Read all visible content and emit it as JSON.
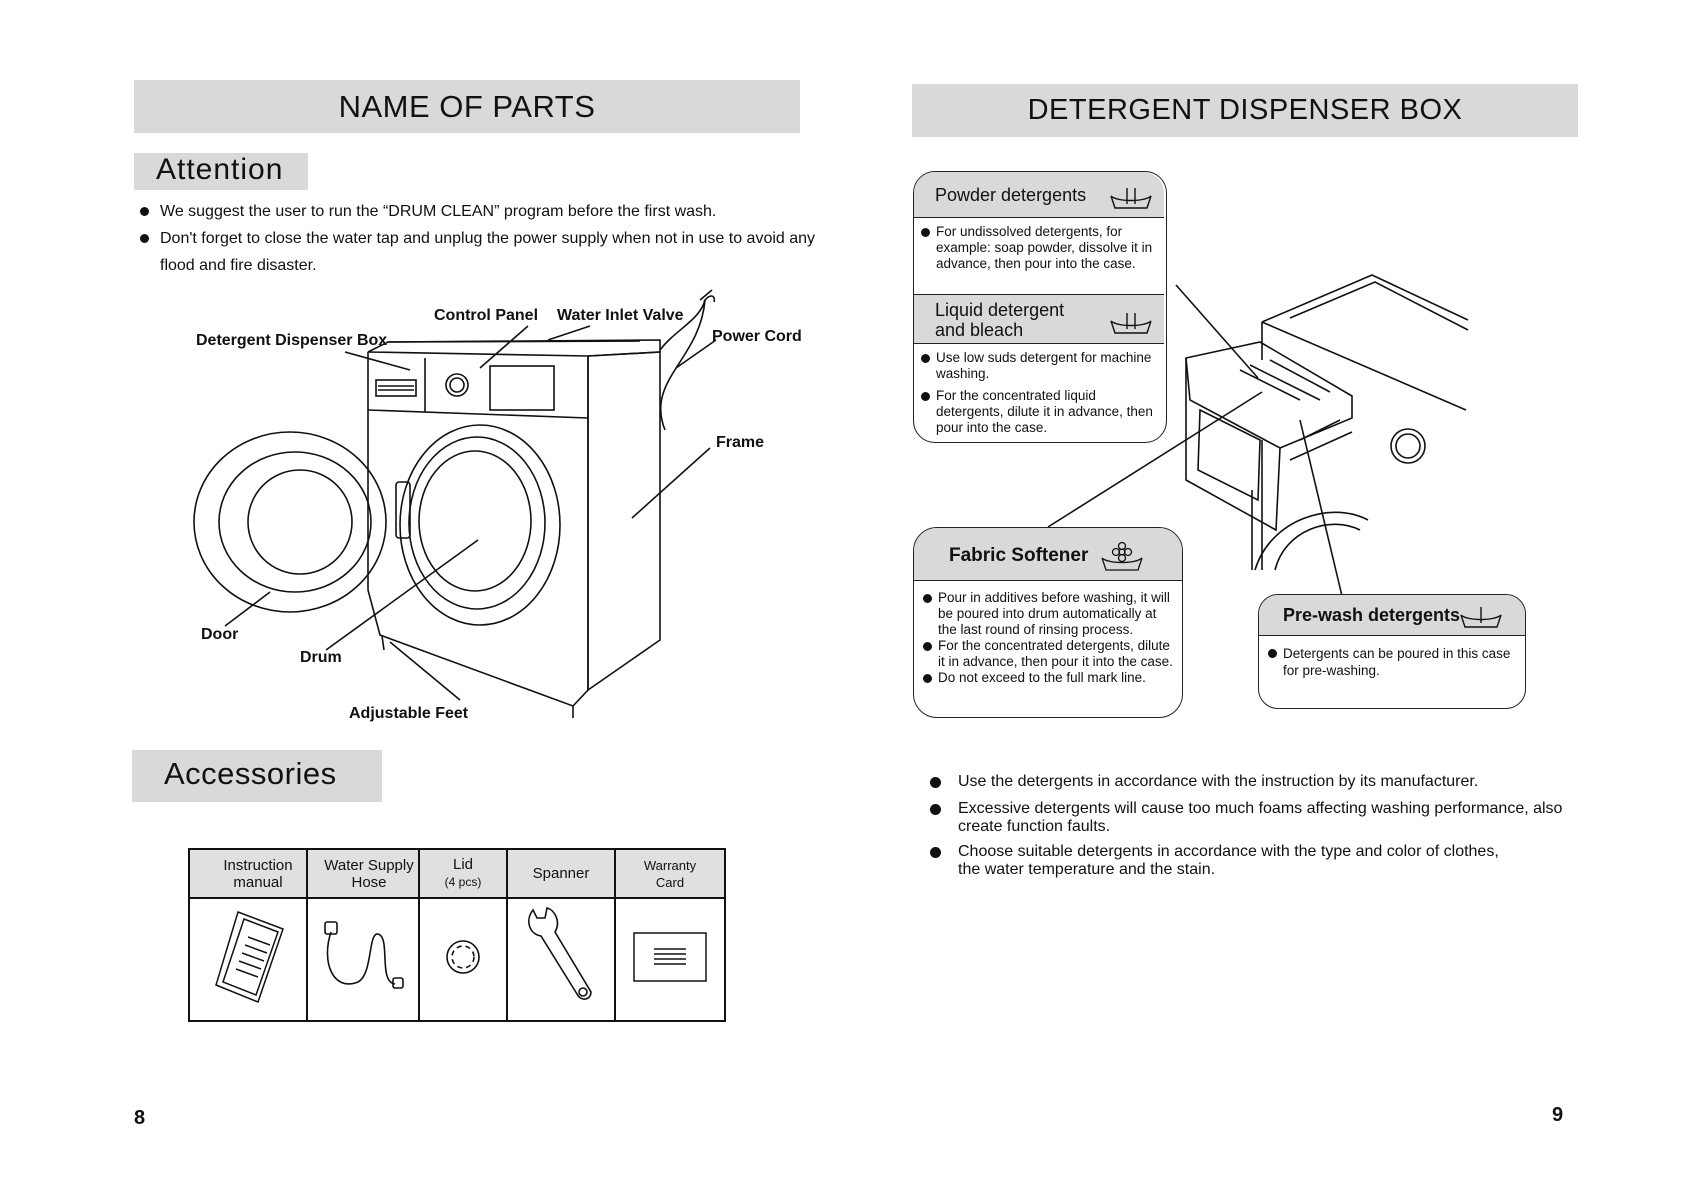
{
  "left_page": {
    "title": "NAME OF PARTS",
    "attention": {
      "heading": "Attention",
      "items": [
        "We suggest the user to run the “DRUM CLEAN” program before the first wash.",
        "Don't forget to close the water tap and unplug the power supply when not in use to avoid any flood and fire disaster."
      ]
    },
    "parts": {
      "control_panel": "Control Panel",
      "water_inlet_valve": "Water Inlet Valve",
      "detergent_dispenser_box": "Detergent Dispenser Box",
      "power_cord": "Power Cord",
      "frame": "Frame",
      "door": "Door",
      "drum": "Drum",
      "adjustable_feet": "Adjustable Feet"
    },
    "accessories": {
      "heading": "Accessories",
      "columns": [
        {
          "line1": "Instruction",
          "line2": "manual"
        },
        {
          "line1": "Water Supply",
          "line2": "Hose"
        },
        {
          "line1": "Lid",
          "line2": "(4  pcs)"
        },
        {
          "line1": "Spanner",
          "line2": ""
        },
        {
          "line1": "Warranty",
          "line2": "Card"
        }
      ]
    },
    "page_number": "8"
  },
  "right_page": {
    "title": "DETERGENT DISPENSER BOX",
    "boxes": {
      "powder": {
        "title": "Powder detergents",
        "items": [
          "For  undissolved detergents, for example: soap powder, dissolve it in advance, then pour into the case."
        ]
      },
      "liquid": {
        "title_line1": "Liquid detergent",
        "title_line2": "and bleach",
        "items": [
          "Use low suds detergent for machine washing.",
          "For the concentrated liquid detergents, dilute it in advance, then pour into the case."
        ]
      },
      "softener": {
        "title": "Fabric Softener",
        "items": [
          "Pour in additives before washing, it will be poured into drum automatically at the last round of  rinsing process.",
          "For the concentrated detergents, dilute it in advance, then pour it into the case.",
          "Do not exceed to the full mark line."
        ]
      },
      "prewash": {
        "title": "Pre-wash detergents",
        "items": [
          "Detergents can be poured in this case for pre-washing."
        ]
      }
    },
    "notes": [
      "Use the detergents in accordance with the instruction by its manufacturer.",
      "Excessive detergents will cause too much foams affecting washing performance, also create function faults.",
      "Choose suitable detergents in accordance with the type and color of clothes, the water temperature and the stain."
    ],
    "page_number": "9"
  },
  "icons": {
    "powder": "wash-basin-ii-icon",
    "liquid": "wash-basin-ii-icon",
    "softener": "flower-icon",
    "prewash": "wash-basin-i-icon"
  }
}
